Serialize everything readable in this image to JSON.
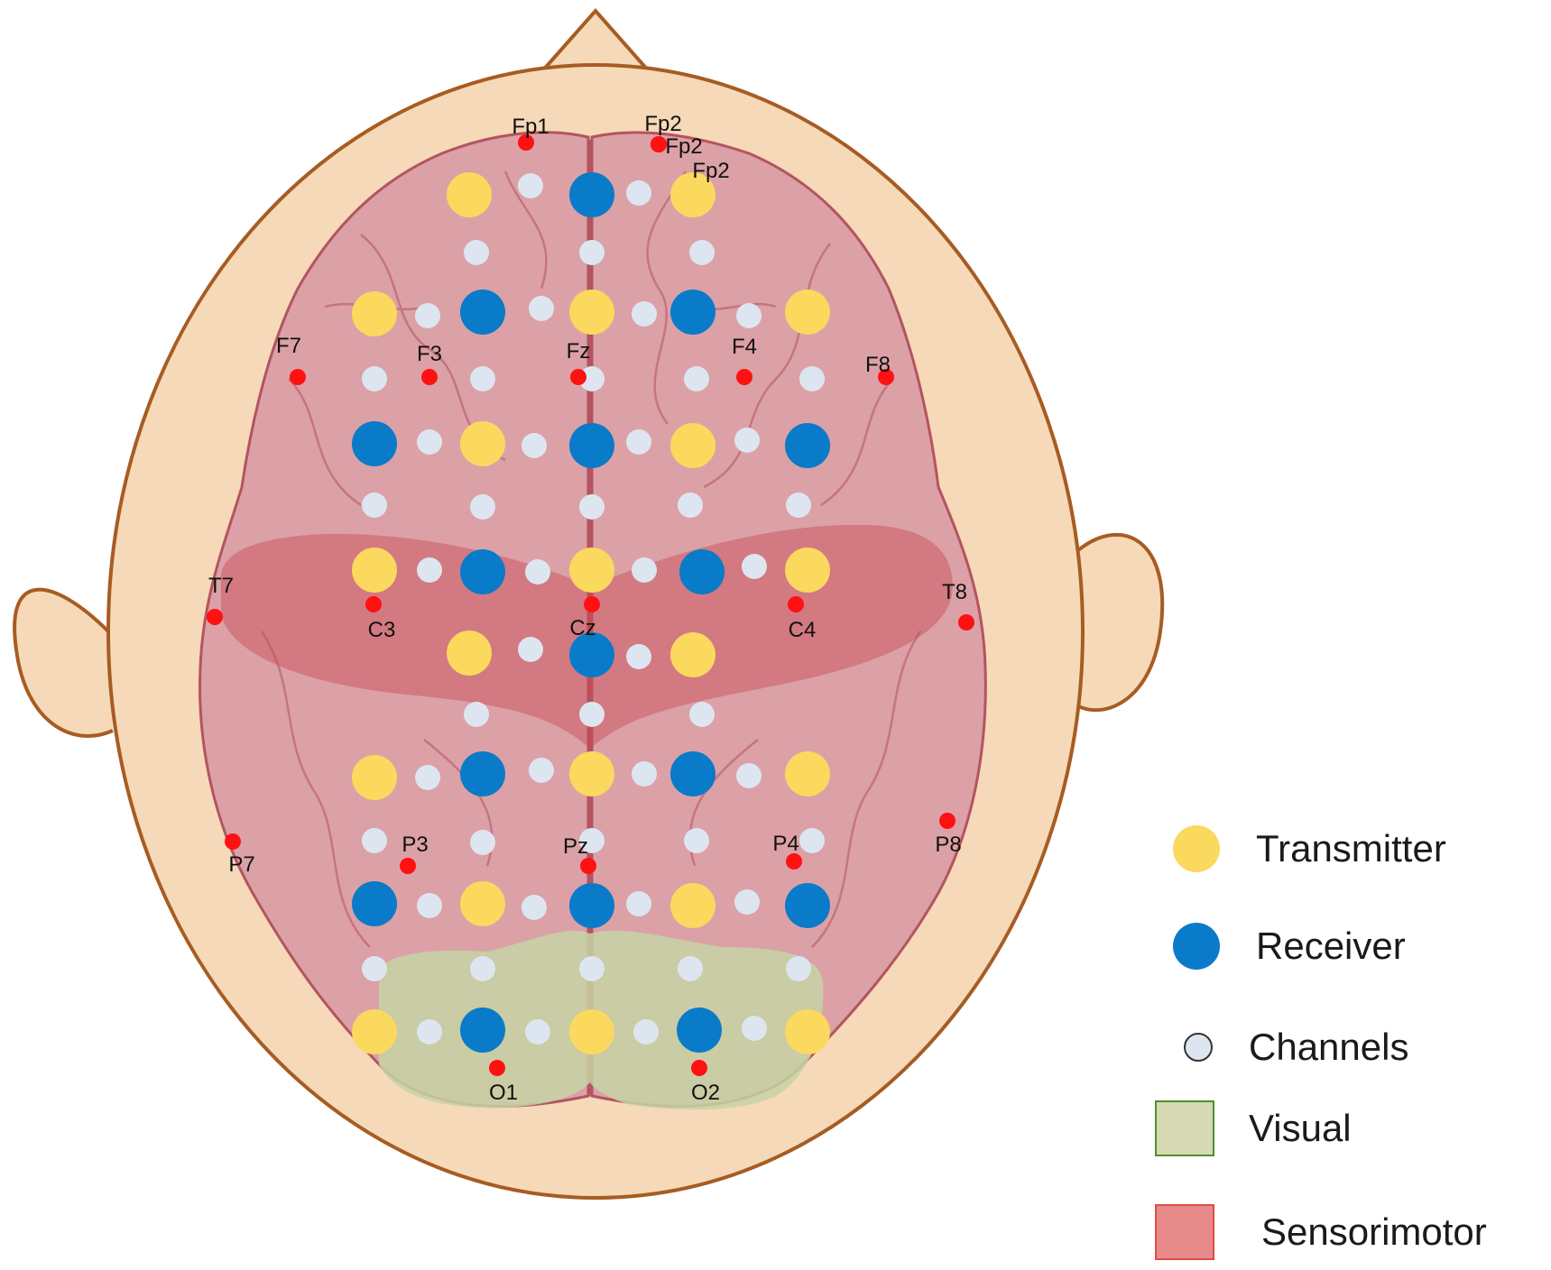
{
  "colors": {
    "transmitter": "#fbd85e",
    "receiver": "#0a7bc8",
    "channel": "#dde6f0",
    "electrode": "#ff1111",
    "visual": "#d6d9b3",
    "visual_border": "#4d8f2c",
    "sensorimotor": "#e78a8a",
    "sensorimotor_border": "#e24a4a",
    "skin": "#f6d9b8",
    "skin_outline": "#a75c22",
    "brain": "#dba1a7"
  },
  "electrodes": [
    "Fp1",
    "Fp2",
    "Fp2",
    "Fp2",
    "F7",
    "F3",
    "Fz",
    "F4",
    "F8",
    "T7",
    "C3",
    "Cz",
    "C4",
    "T8",
    "P7",
    "P3",
    "Pz",
    "P4",
    "P8",
    "O1",
    "O2"
  ],
  "legend": [
    {
      "label": "Transmitter",
      "icon": "transmitter-dot"
    },
    {
      "label": "Receiver",
      "icon": "receiver-dot"
    },
    {
      "label": "Channels",
      "icon": "channel-dot"
    },
    {
      "label": "Visual",
      "icon": "visual-square"
    },
    {
      "label": "Sensorimotor",
      "icon": "sensorimotor-square"
    }
  ]
}
